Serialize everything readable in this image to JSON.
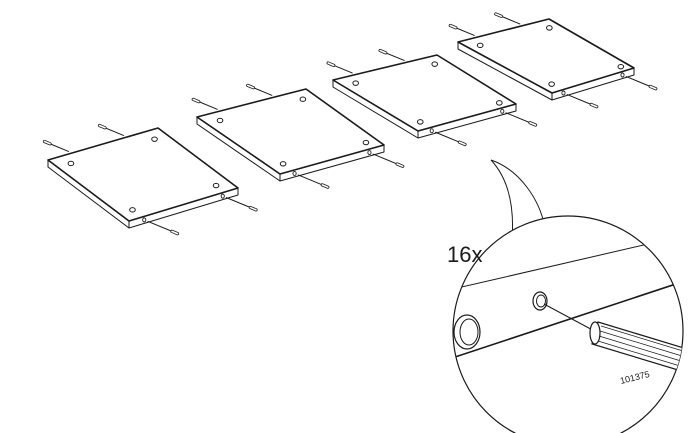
{
  "diagram": {
    "quantity_label": "16x",
    "article_number": "101375",
    "panels": [
      {
        "id": "panel-1",
        "holes": 4,
        "dowels": 4
      },
      {
        "id": "panel-2",
        "holes": 4,
        "dowels": 4
      },
      {
        "id": "panel-3",
        "holes": 4,
        "dowels": 4
      },
      {
        "id": "panel-4",
        "holes": 4,
        "dowels": 4
      }
    ],
    "detail": {
      "part": "wooden-dowel",
      "count": 16
    },
    "colors": {
      "line": "#1a1a1a",
      "fill": "#ffffff"
    }
  }
}
